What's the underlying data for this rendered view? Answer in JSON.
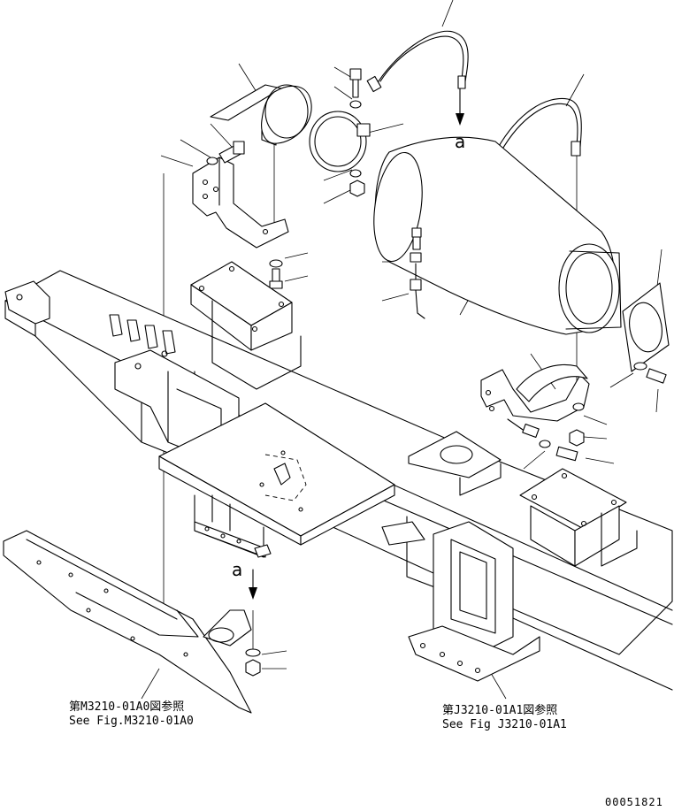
{
  "references": [
    {
      "jp": "第M3210-01A0図参照",
      "en": "See Fig.M3210-01A0"
    },
    {
      "jp": "第J3210-01A1図参照",
      "en": "See Fig J3210-01A1"
    }
  ],
  "markers": {
    "upper": "a",
    "lower": "a"
  },
  "drawing_number": "00051821"
}
